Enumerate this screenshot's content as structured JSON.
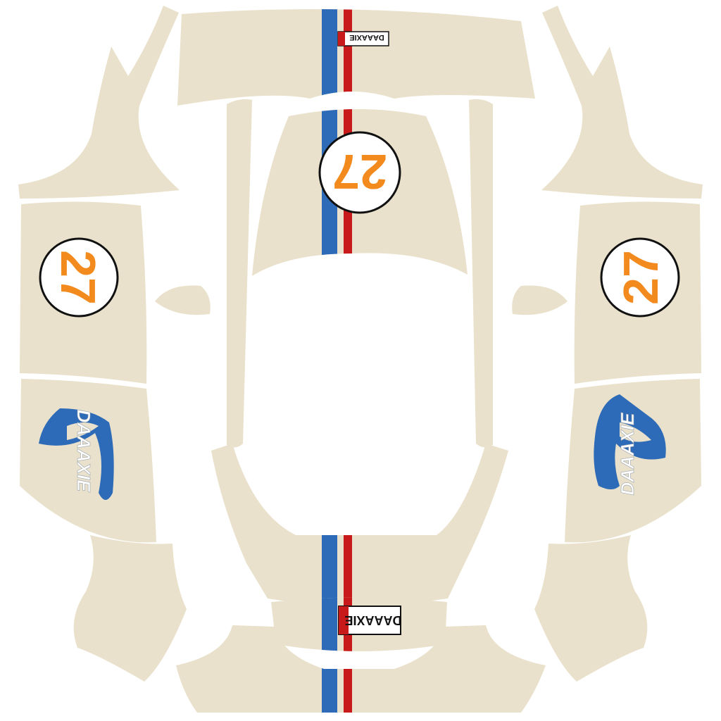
{
  "template": {
    "race_number": "27",
    "sponsor_small": "DAAAXIE",
    "sponsor_big": "DAAAXIE"
  },
  "colors": {
    "background": "#ffffff",
    "panel": "#e9e1cb",
    "stripe_blue": "#2d6ab7",
    "stripe_red": "#c8191b",
    "number_orange": "#f28a1e",
    "roundel_fill": "#ffffff",
    "roundel_ring": "#111111",
    "logo_blue": "#2d6ab7"
  }
}
